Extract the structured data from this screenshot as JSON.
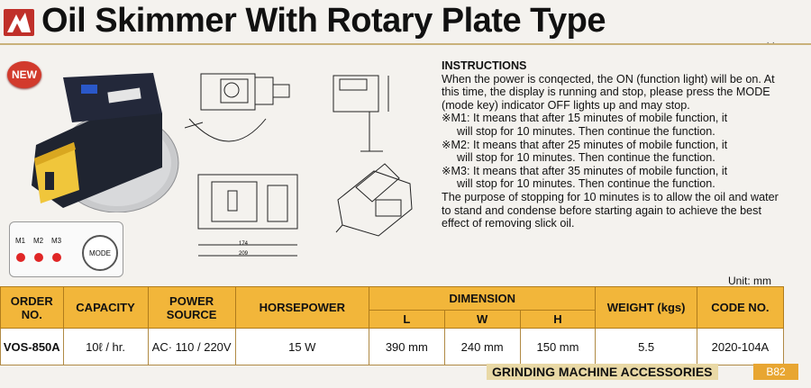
{
  "header": {
    "title": "Oil Skimmer With Rotary Plate Type"
  },
  "badge": {
    "new": "NEW"
  },
  "control_panel": {
    "m1": "M1",
    "m2": "M2",
    "m3": "M3",
    "mode": "MODE"
  },
  "drawing": {
    "dim_174": "174",
    "dim_209": "209"
  },
  "instructions": {
    "heading": "INSTRUCTIONS",
    "p1": "When the power is conqected, the ON (function light) will be on. At this time, the display is running and stop, please press the MODE (mode key) indicator OFF lights up and may stop.",
    "m1a": "※M1: It means that after 15 minutes of mobile function, it",
    "m1b": "will stop for 10 minutes. Then continue the function.",
    "m2a": "※M2: It means that after 25 minutes of mobile function, it",
    "m2b": "will stop for 10 minutes. Then continue the function.",
    "m3a": "※M3: It means that after 35 minutes of mobile function, it",
    "m3b": "will stop for 10 minutes. Then continue the function.",
    "p2": "The purpose of stopping for 10 minutes is to allow the oil and water to stand and condense before starting again to achieve the best effect of removing slick oil."
  },
  "unit_label": "Unit: mm",
  "table": {
    "headers": {
      "order": "ORDER NO.",
      "capacity": "CAPACITY",
      "power": "POWER SOURCE",
      "horsepower": "HORSEPOWER",
      "dimension": "DIMENSION",
      "l": "L",
      "w": "W",
      "h": "H",
      "weight": "WEIGHT (kgs)",
      "code": "CODE NO."
    },
    "row": {
      "order": "VOS-850A",
      "capacity": "10ℓ / hr.",
      "power": "AC· 110 / 220V",
      "horsepower": "15 W",
      "l": "390 mm",
      "w": "240 mm",
      "h": "150 mm",
      "weight": "5.5",
      "code": "2020-104A"
    }
  },
  "footer": {
    "section": "GRINDING MACHINE ACCESSORIES",
    "page": "B82"
  },
  "colors": {
    "header_orange": "#f2b63a",
    "accent_red": "#d23a2c"
  }
}
